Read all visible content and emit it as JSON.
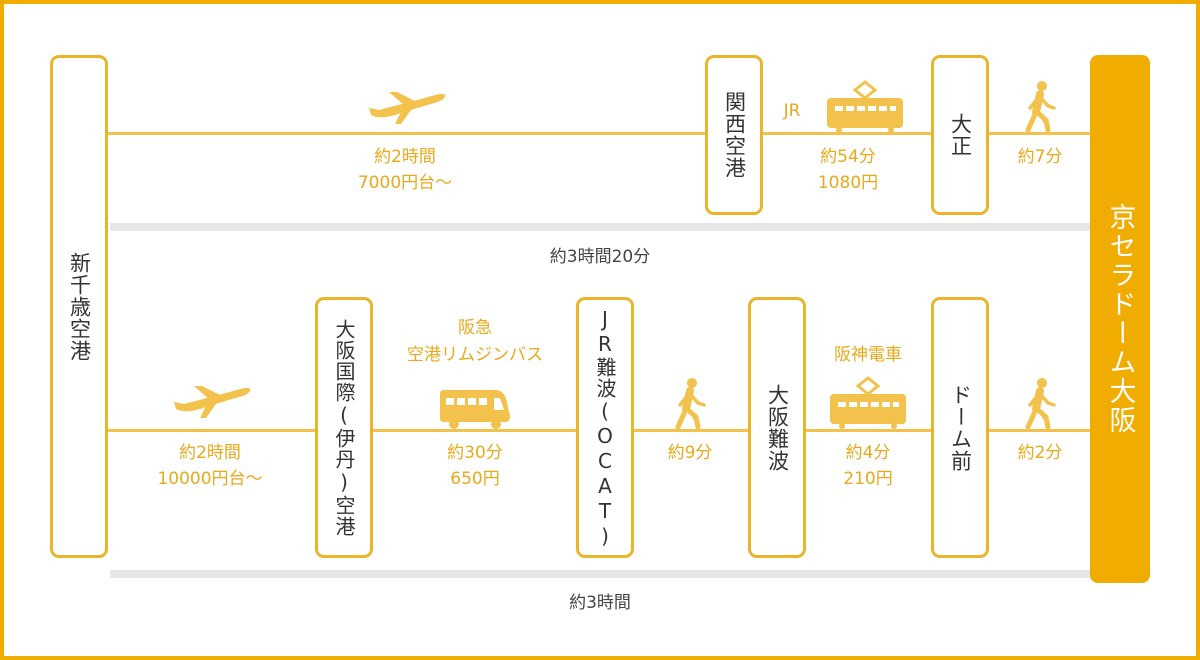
{
  "origin": "新千歳空港",
  "destination": "京セラドーム大阪",
  "route1": {
    "stations": [
      "関西空港",
      "大正"
    ],
    "legs": [
      {
        "icon": "plane-icon",
        "time": "約2時間",
        "price": "7000円台〜"
      },
      {
        "icon": "train-icon",
        "operator": "JR",
        "time": "約54分",
        "price": "1080円"
      },
      {
        "icon": "walk-icon",
        "time": "約7分"
      }
    ],
    "total": "約3時間20分"
  },
  "route2": {
    "stations": [
      "大阪国際(伊丹)空港",
      "JR難波(OCAT)",
      "大阪難波",
      "ドーム前"
    ],
    "legs": [
      {
        "icon": "plane-icon",
        "time": "約2時間",
        "price": "10000円台〜"
      },
      {
        "icon": "bus-icon",
        "operator_line1": "阪急",
        "operator_line2": "空港リムジンバス",
        "time": "約30分",
        "price": "650円"
      },
      {
        "icon": "walk-icon",
        "time": "約9分"
      },
      {
        "icon": "train-icon",
        "operator": "阪神電車",
        "time": "約4分",
        "price": "210円"
      },
      {
        "icon": "walk-icon",
        "time": "約2分"
      }
    ],
    "total": "約3時間"
  },
  "colors": {
    "accent": "#f0ac00",
    "label": "#e8a91a",
    "icon": "#f2c24c",
    "bar": "#e6e6e6"
  }
}
